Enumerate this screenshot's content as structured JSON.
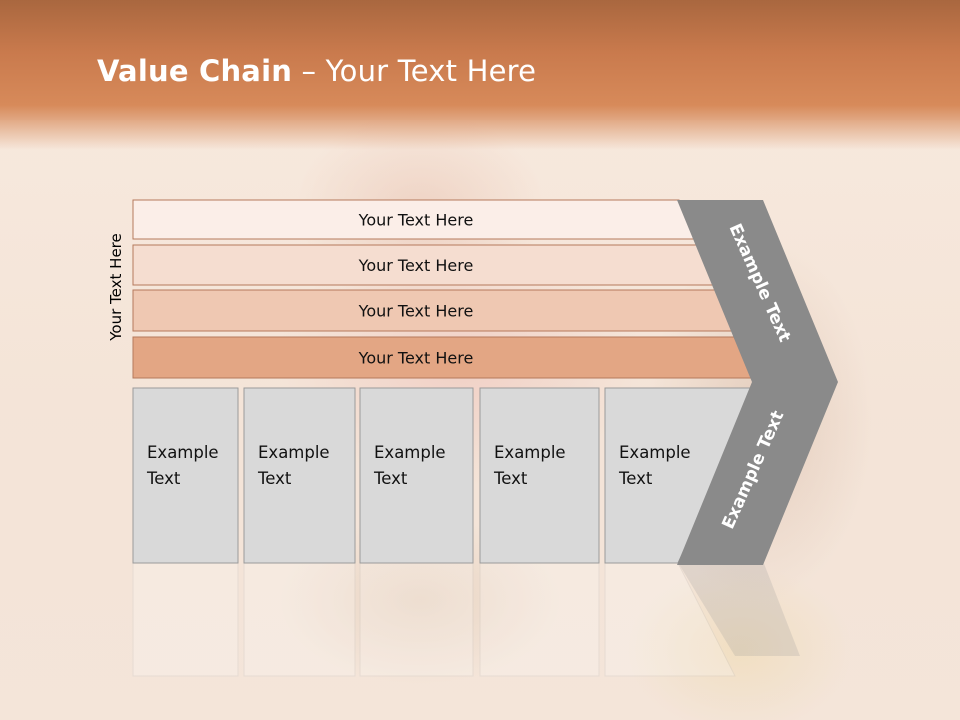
{
  "slide": {
    "title_bold": "Value Chain",
    "title_rest": " – Your Text Here",
    "side_label": "Your Text Here"
  },
  "bars": [
    {
      "label": "Your Text Here",
      "color": "#fbeee8"
    },
    {
      "label": "Your Text Here",
      "color": "#f5ddd0"
    },
    {
      "label": "Your Text Here",
      "color": "#efc8b2"
    },
    {
      "label": "Your Text Here",
      "color": "#e3a684"
    }
  ],
  "cells": [
    {
      "line1": "Example",
      "line2": "Text"
    },
    {
      "line1": "Example",
      "line2": "Text"
    },
    {
      "line1": "Example",
      "line2": "Text"
    },
    {
      "line1": "Example",
      "line2": "Text"
    },
    {
      "line1": "Example",
      "line2": "Text"
    }
  ],
  "chevron": {
    "upper_label": "Example Text",
    "lower_label": "Example Text",
    "color": "#8a8a8a"
  },
  "colors": {
    "bar_border": "#b5795c",
    "cell_fill": "#d9d9d9",
    "cell_border": "#9a9a9a"
  }
}
